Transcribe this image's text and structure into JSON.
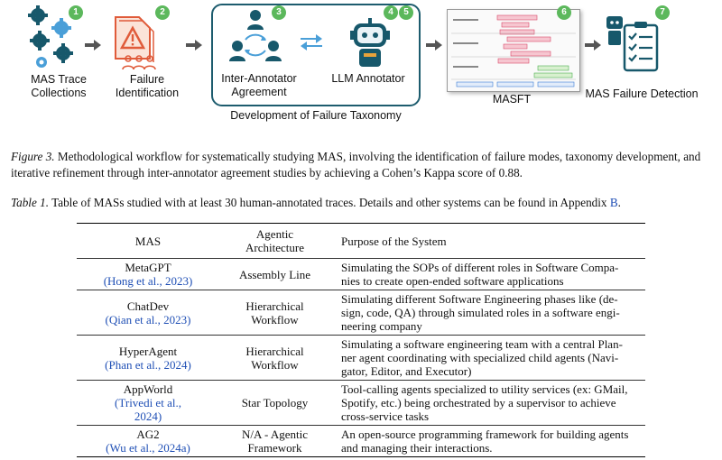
{
  "workflow": {
    "steps": [
      {
        "num": "1",
        "label": "MAS Trace\nCollections"
      },
      {
        "num": "2",
        "label": "Failure\nIdentification"
      },
      {
        "num": "3",
        "label": "Inter-Annotator\nAgreement"
      },
      {
        "num": "4",
        "label": "LLM Annotator"
      },
      {
        "num": "5",
        "label": ""
      },
      {
        "num": "6",
        "label": "MASFT"
      },
      {
        "num": "7",
        "label": "MAS Failure Detection"
      }
    ],
    "group_label": "Development of Failure Taxonomy",
    "colors": {
      "accent": "#17586b",
      "step_badge": "#5cb85c",
      "warning": "#e05b3a",
      "box_border": "#1d5c6e"
    }
  },
  "figure_caption": {
    "label": "Figure 3.",
    "text": "Methodological workflow for systematically studying MAS, involving the identification of failure modes, taxonomy development, and iterative refinement through inter-annotator agreement studies by achieving a Cohen’s Kappa score of 0.88."
  },
  "table_caption": {
    "label": "Table 1.",
    "text": "Table of MASs studied with at least 30 human-annotated traces. Details and other systems can be found in Appendix",
    "link": "B",
    "end": "."
  },
  "table": {
    "headers": [
      "MAS",
      "Agentic\nArchitecture",
      "Purpose of the System"
    ],
    "rows": [
      {
        "mas": "MetaGPT",
        "cite": "(Hong et al., 2023)",
        "arch": "Assembly Line",
        "purpose": "Simulating the SOPs of different roles in Software Compa-\nnies to create open-ended software applications"
      },
      {
        "mas": "ChatDev",
        "cite": "(Qian et al., 2023)",
        "arch": "Hierarchical\nWorkflow",
        "purpose": "Simulating different Software Engineering phases like (de-\nsign, code, QA) through simulated roles in a software engi-\nneering company"
      },
      {
        "mas": "HyperAgent",
        "cite": "(Phan et al., 2024)",
        "arch": "Hierarchical\nWorkflow",
        "purpose": "Simulating a software engineering team with a central Plan-\nner agent coordinating with specialized child agents (Navi-\ngator, Editor, and Executor)"
      },
      {
        "mas": "AppWorld",
        "cite": "(Trivedi et al.,\n2024)",
        "arch": "Star Topology",
        "purpose": "Tool-calling agents specialized to utility services (ex: GMail,\nSpotify, etc.) being orchestrated by a supervisor to achieve\ncross-service tasks"
      },
      {
        "mas": "AG2",
        "cite": "(Wu et al., 2024a)",
        "arch": "N/A - Agentic\nFramework",
        "purpose": "An open-source programming framework for building agents\nand managing their interactions."
      }
    ]
  }
}
